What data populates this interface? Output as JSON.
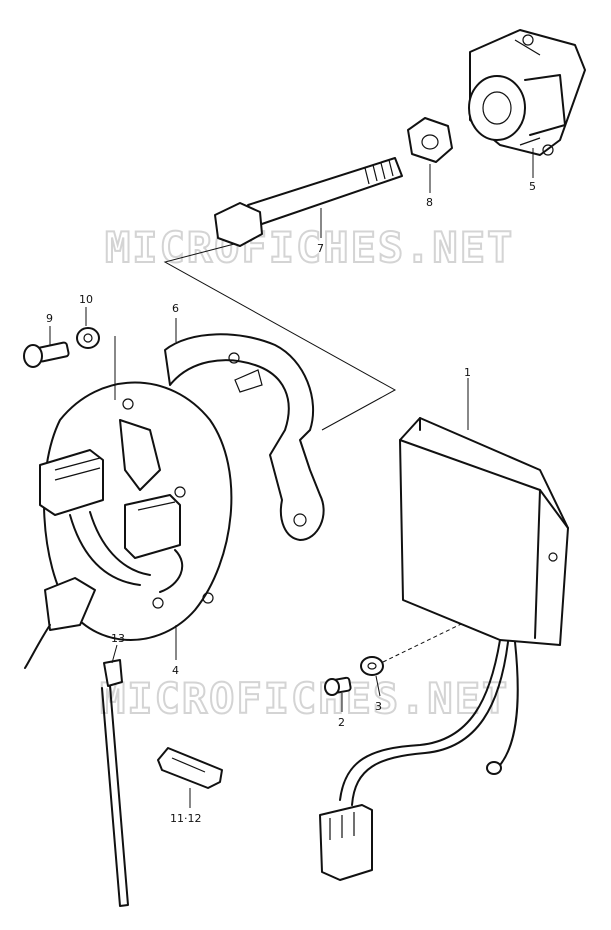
{
  "watermark": "MICROFICHES.NET",
  "callouts": [
    {
      "id": "1",
      "label": "1"
    },
    {
      "id": "2",
      "label": "2"
    },
    {
      "id": "3",
      "label": "3"
    },
    {
      "id": "4",
      "label": "4"
    },
    {
      "id": "5",
      "label": "5"
    },
    {
      "id": "6",
      "label": "6"
    },
    {
      "id": "7",
      "label": "7"
    },
    {
      "id": "8",
      "label": "8"
    },
    {
      "id": "9",
      "label": "9"
    },
    {
      "id": "10",
      "label": "10"
    },
    {
      "id": "11-12",
      "label": "11·12"
    },
    {
      "id": "13",
      "label": "13"
    }
  ]
}
